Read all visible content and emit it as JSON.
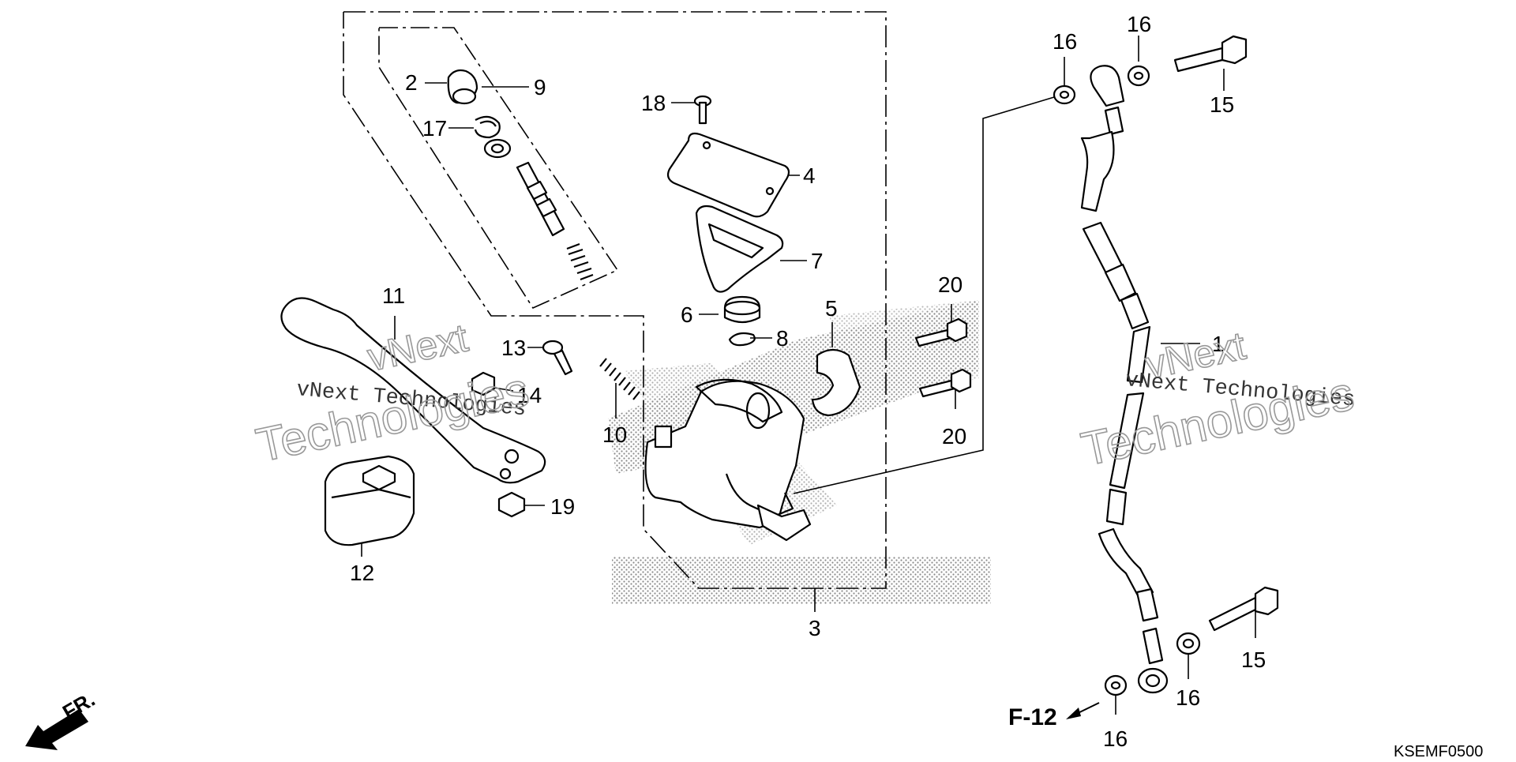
{
  "diagram": {
    "callouts": {
      "p1": "1",
      "p2": "2",
      "p3": "3",
      "p4": "4",
      "p5": "5",
      "p6": "6",
      "p7": "7",
      "p8": "8",
      "p9": "9",
      "p10": "10",
      "p11": "11",
      "p12": "12",
      "p13": "13",
      "p14": "14",
      "p15a": "15",
      "p15b": "15",
      "p16a": "16",
      "p16b": "16",
      "p16c": "16",
      "p16d": "16",
      "p17": "17",
      "p18": "18",
      "p19": "19",
      "p20a": "20",
      "p20b": "20"
    },
    "direction_label": "FR.",
    "reference_label": "F-12",
    "diagram_code": "KSEMF0500",
    "watermark": {
      "script_text": "vNext Technologies",
      "outline_word_1": "vNext",
      "outline_word_2": "Technologies"
    }
  },
  "colors": {
    "line": "#000000",
    "stipple": "#888888",
    "watermark": "#999999"
  }
}
